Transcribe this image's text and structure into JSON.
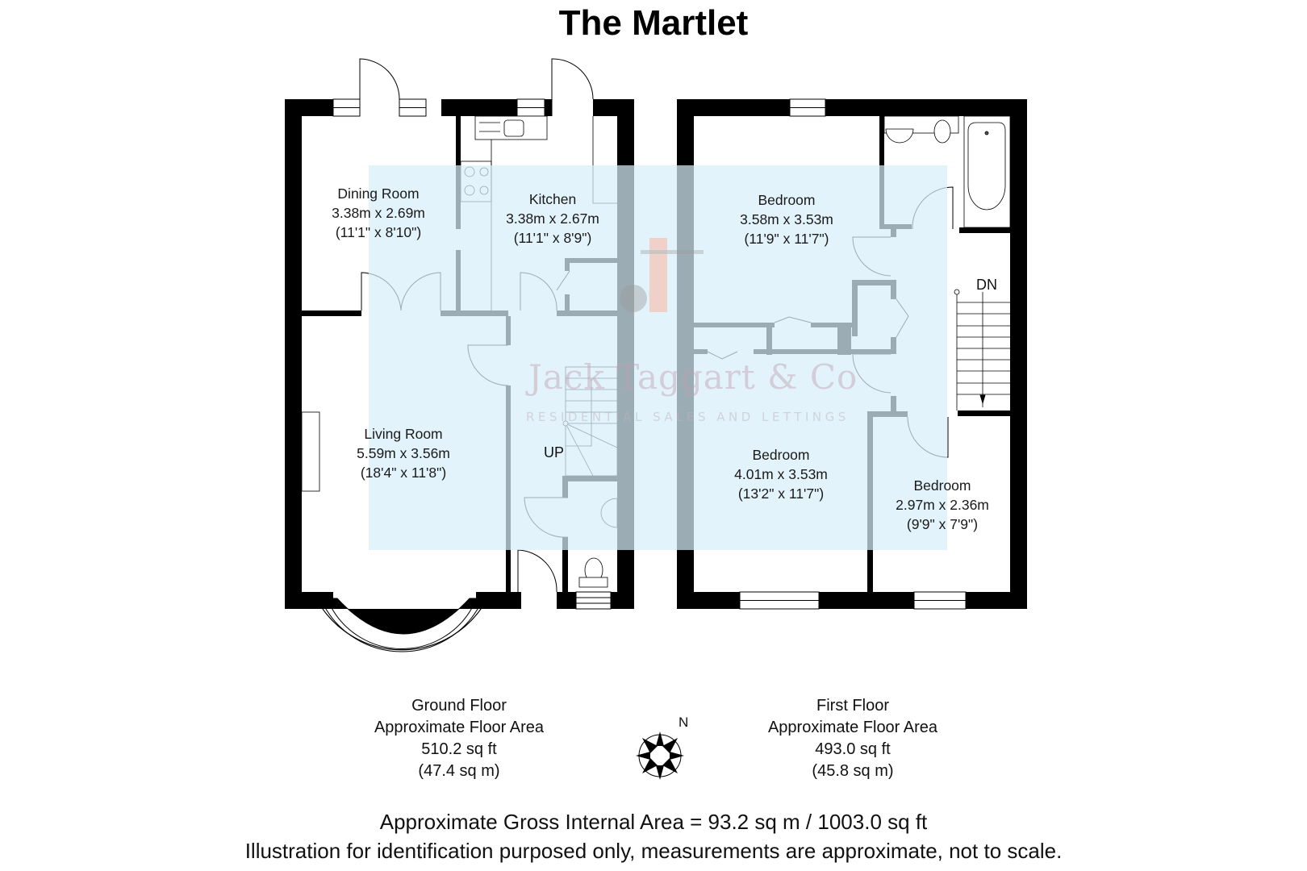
{
  "title": "The Martlet",
  "colors": {
    "wall": "#000000",
    "overlay": "#e3f3fb",
    "watermark_text": "#c8a9b8",
    "watermark_logo": "#f5c3b3"
  },
  "watermark": {
    "name": "Jack Taggart & Co",
    "tagline": "RESIDENTIAL SALES AND LETTINGS"
  },
  "ground_floor": {
    "rooms": [
      {
        "name": "Dining Room",
        "metric": "3.38m x 2.69m",
        "imperial": "(11'1\" x 8'10\")"
      },
      {
        "name": "Kitchen",
        "metric": "3.38m x 2.67m",
        "imperial": "(11'1\" x 8'9\")"
      },
      {
        "name": "Living Room",
        "metric": "5.59m x 3.56m",
        "imperial": "(18'4\" x 11'8\")"
      }
    ],
    "stairs_label": "UP",
    "summary": {
      "floor_name": "Ground Floor",
      "area_label": "Approximate Floor Area",
      "area_sqft": "510.2 sq ft",
      "area_sqm": "(47.4 sq m)"
    }
  },
  "first_floor": {
    "rooms": [
      {
        "name": "Bedroom",
        "metric": "3.58m x 3.53m",
        "imperial": "(11'9\" x 11'7\")"
      },
      {
        "name": "Bedroom",
        "metric": "4.01m x 3.53m",
        "imperial": "(13'2\" x 11'7\")"
      },
      {
        "name": "Bedroom",
        "metric": "2.97m x 2.36m",
        "imperial": "(9'9\" x 7'9\")"
      }
    ],
    "stairs_label": "DN",
    "summary": {
      "floor_name": "First Floor",
      "area_label": "Approximate Floor Area",
      "area_sqft": "493.0 sq ft",
      "area_sqm": "(45.8 sq m)"
    }
  },
  "compass": {
    "icon": "compass-rose-icon",
    "north_label": "N"
  },
  "footer": {
    "gross_area": "Approximate Gross Internal Area = 93.2 sq m / 1003.0 sq ft",
    "disclaimer": "Illustration for identification purposed only, measurements are approximate, not to scale."
  }
}
